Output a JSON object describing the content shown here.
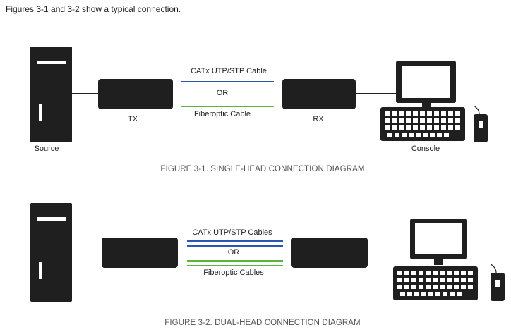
{
  "intro": "Figures 3-1 and 3-2 show a typical connection.",
  "figure1": {
    "caption": "FIGURE 3-1. SINGLE-HEAD CONNECTION DIAGRAM",
    "source_label": "Source",
    "tx_label": "TX",
    "rx_label": "RX",
    "console_label": "Console",
    "cable_top": "CATx UTP/STP Cable",
    "or_label": "OR",
    "cable_bottom": "Fiberoptic Cable"
  },
  "figure2": {
    "caption": "FIGURE 3-2. DUAL-HEAD CONNECTION DIAGRAM",
    "cable_top": "CATx UTP/STP Cables",
    "or_label": "OR",
    "cable_bottom": "Fiberoptic Cables"
  },
  "colors": {
    "utp_cable": "#2e55b4",
    "fiber_cable": "#5ab43c",
    "device": "#1f1f1f",
    "caption": "#555555"
  },
  "icons": [
    "computer-tower-icon",
    "monitor-icon",
    "keyboard-icon",
    "mouse-icon"
  ]
}
